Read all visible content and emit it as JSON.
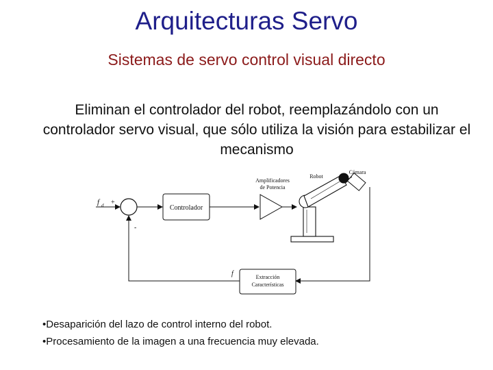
{
  "slide": {
    "title": "Arquitecturas Servo",
    "subtitle": "Sistemas de servo control visual directo",
    "body": "Eliminan el controlador del robot, reemplazándolo con un controlador servo visual, que sólo utiliza la visión para estabilizar el mecanismo",
    "bullets": [
      "•Desaparición del lazo de control interno del robot.",
      "•Procesamiento de la imagen a una frecuencia muy elevada."
    ]
  },
  "diagram": {
    "input_symbol": "f",
    "input_subscript": "d",
    "plus_sign": "+",
    "minus_sign": "-",
    "controller_label": "Controlador",
    "amplifiers_label_line1": "Amplificadores",
    "amplifiers_label_line2": "de Potencia",
    "robot_label": "Robot",
    "camera_label": "Cámara",
    "feedback_symbol": "f",
    "extraction_label_line1": "Extracción",
    "extraction_label_line2": "Características"
  }
}
